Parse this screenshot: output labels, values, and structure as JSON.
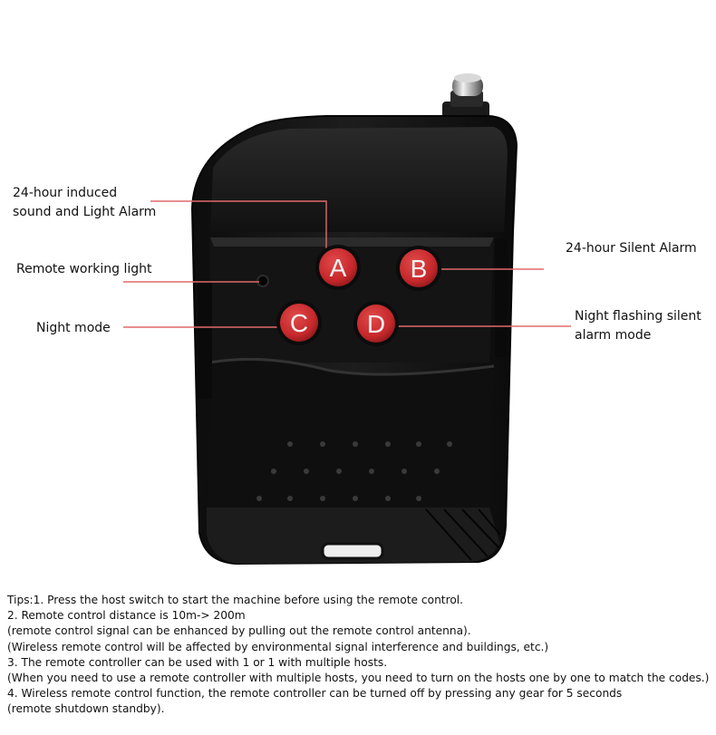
{
  "callouts": {
    "alarm_a": "24-hour induced\nsound and Light Alarm",
    "silent_b": "24-hour Silent Alarm",
    "working_light": "Remote working light",
    "night_c": "Night mode",
    "night_flash_d": "Night flashing silent\n alarm mode"
  },
  "buttons": {
    "a": "A",
    "b": "B",
    "c": "C",
    "d": "D"
  },
  "tips": [
    "Tips:1. Press the host switch to start the machine before using the remote control.",
    "2. Remote control distance is 10m-> 200m",
    "(remote control signal can be enhanced by pulling out the remote control antenna).",
    "(Wireless remote control will be affected by environmental signal interference and buildings, etc.)",
    "3. The remote controller can be used with 1 or 1 with multiple hosts.",
    "(When you need to use a remote controller with multiple hosts, you need to turn on the hosts one by one to match the codes.)",
    "4. Wireless remote control function, the remote controller can be turned off by pressing any gear for 5 seconds",
    "(remote shutdown standby)."
  ],
  "colors": {
    "button_red": "#c6282b",
    "leader_line": "#e06a6a",
    "body": "#161616"
  }
}
